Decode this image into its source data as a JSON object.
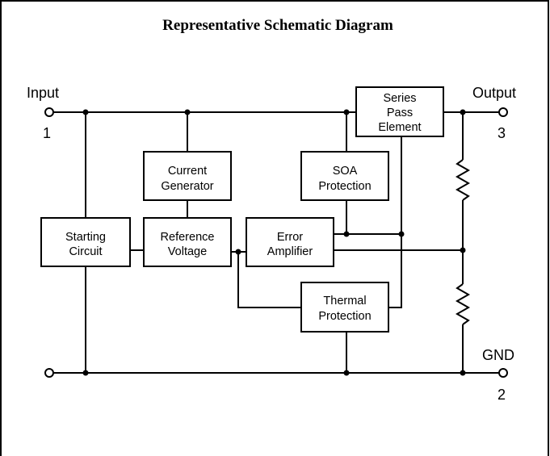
{
  "diagram": {
    "title": "Representative Schematic Diagram",
    "pins": {
      "input": {
        "name": "Input",
        "number": "1"
      },
      "output": {
        "name": "Output",
        "number": "3"
      },
      "gnd": {
        "name": "GND",
        "number": "2"
      }
    },
    "blocks": {
      "series_pass": [
        "Series",
        "Pass",
        "Element"
      ],
      "current_generator": [
        "Current",
        "Generator"
      ],
      "soa_protection": [
        "SOA",
        "Protection"
      ],
      "starting_circuit": [
        "Starting",
        "Circuit"
      ],
      "reference_voltage": [
        "Reference",
        "Voltage"
      ],
      "error_amplifier": [
        "Error",
        "Amplifier"
      ],
      "thermal_protection": [
        "Thermal",
        "Protection"
      ]
    }
  }
}
